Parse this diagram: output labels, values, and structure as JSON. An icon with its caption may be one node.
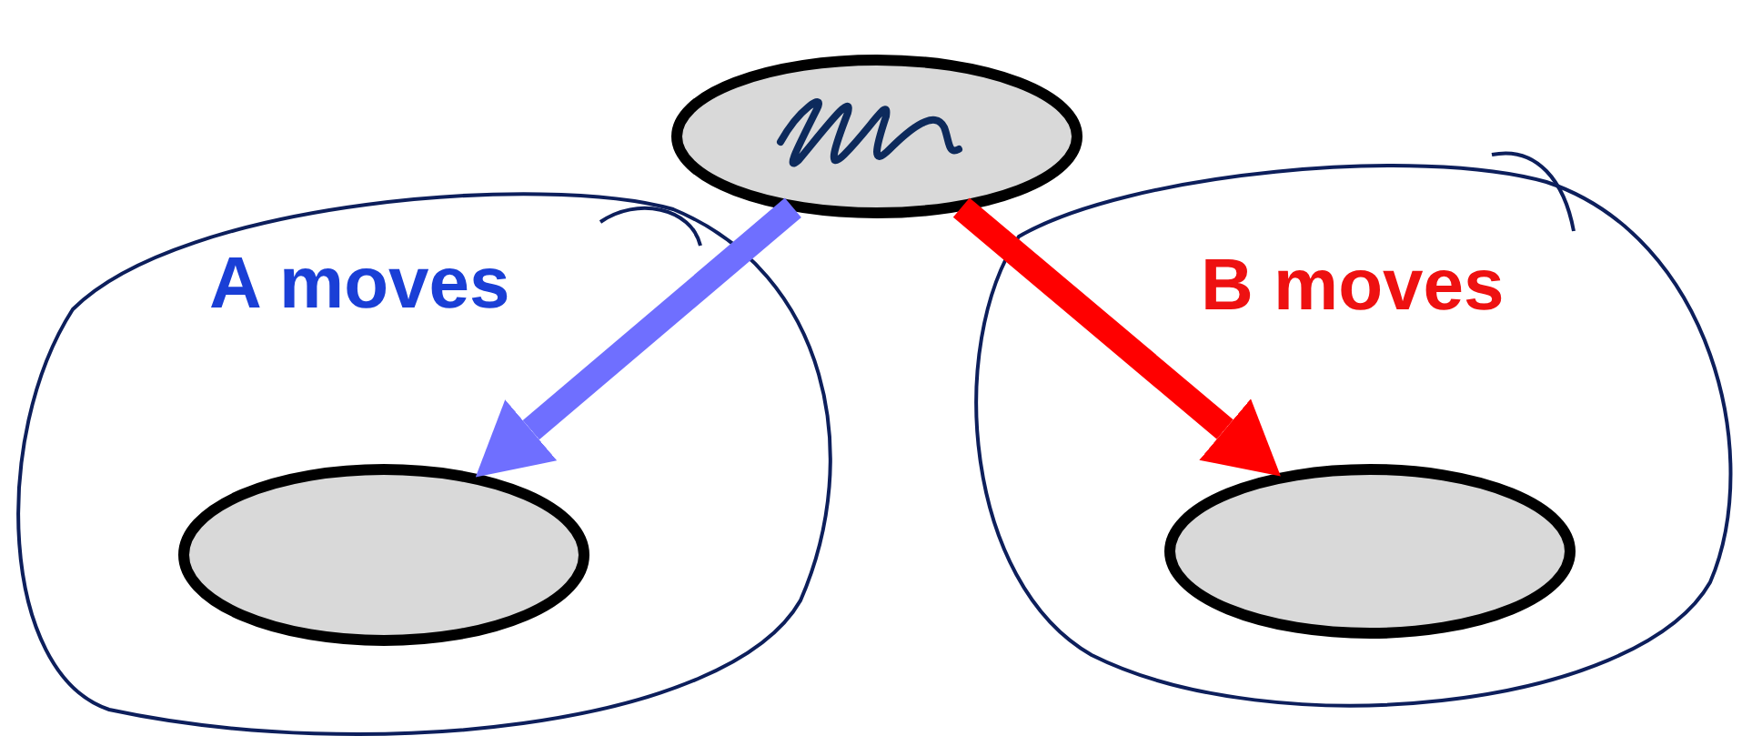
{
  "diagram": {
    "nodes": [
      {
        "text": [],
        "shape": "ellipse"
      },
      {
        "text": [
          "A moves"
        ]
      },
      {
        "text": [],
        "shape": "ellipse",
        "in": 1
      },
      {
        "text": [
          "B moves"
        ]
      },
      {
        "text": [],
        "shape": "ellipse",
        "in": 3
      }
    ],
    "edges": [
      {
        "from": 0,
        "to": 2,
        "arrow": "to",
        "color": "#6f6fff"
      },
      {
        "from": 0,
        "to": 4,
        "arrow": "to",
        "color": "#ff0000"
      }
    ]
  }
}
